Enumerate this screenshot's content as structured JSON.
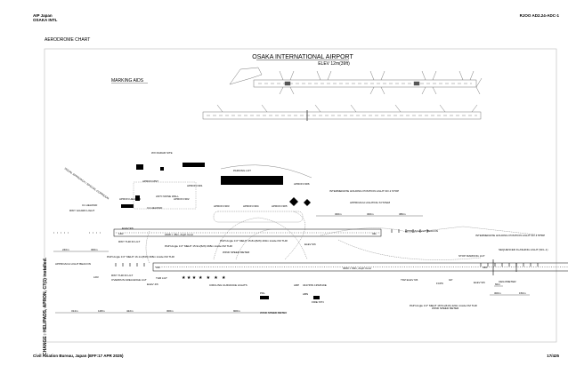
{
  "header": {
    "publication": "AIP Japan",
    "aerodrome": "OSAKA INTL",
    "chart_id": "RJOO AD2.24-ADC-1",
    "chart_type": "AERODROME CHART"
  },
  "chart": {
    "title": "OSAKA INTERNATIONAL AIRPORT",
    "elevation": "ELEV 12m(39ft)",
    "marking_aids": "MARKING AIDS",
    "change_note": "CHANGE : HELIPADS, APRON, C7(1) installed.",
    "labels": {
      "wx_radar": "WX RADAR SITE",
      "parking_lot": "PARKING LOT",
      "apron_mnt": "APRON MNT",
      "apron_nr1": "APRON NR1",
      "apron_nr2": "APRON NR2",
      "apron_nr3": "APRON NR3",
      "apron_nr4": "APRON NR4",
      "apron_nr5": "APRON NR5",
      "apron_nr6": "APRON NR6",
      "apron_helipad": "APRON HELIPAD",
      "c1_helipad": "C1 HELIPAD",
      "c4_helipad": "C4 HELIPAD",
      "anti_noise": "ANTI NOISE WALL",
      "rwy_guard": "RWY GUARD LIGHT",
      "visual_approach": "VISUAL APPROACH / SPECIAL CORRIDOR",
      "elev_14r": "ELEV 9/6",
      "rwy_thr_lgt": "RWY THR ID LGT",
      "rwy_short": "1828 × 45m, Asph Conc",
      "papi_14r": "PAPI Angle 3.0° MEHT 15.9m(52ft) 368m inside FM THR",
      "wind_sensor": "WIND SPEED METER",
      "papi_32l": "PAPI Angle 3.0° MEHT 15.8m(52ft) 403m inside FM THR",
      "papi_32r": "PAPI Angle 3.0° MEHT 16.1m(53ft) 368m inside FM THR",
      "approach_beacon_w": "APPROACH LIGHT BEACON",
      "lfr": "LFR",
      "rwy_thr_lgt2": "RWY THR ID LGT",
      "overrun": "OVERRUN AREA EDGE LGT",
      "elev_14l": "ELEV 4/6",
      "thr_lgt": "THR LGT",
      "circling": "CIRCLING GUIDANCE LIGHTS",
      "pdl": "PDL",
      "abn": "ABN",
      "fire_stn": "FIRE STN",
      "arp": "ARP",
      "arp_coords": "344745N 1352619E",
      "elev_32l": "ELEV 9/6",
      "int_hold_2": "INTERMEDIATE HOLDING POSITION LIGHT NO.2 STOP",
      "als": "APPROACH LIGHTING SYSTEM",
      "approach_beacon_e": "APPROACH LGT BEACON",
      "int_hold_1": "INTERMEDIATE HOLDING POSITION LIGHT NO.1 STOP",
      "sfl": "SEQUENCED FLASHING LIGHT (SFL-1)",
      "stop_marking": "STOP MARKING LGT",
      "rwy_long": "3000 × 60m, Asph Conc",
      "tdz_elev": "TDZ ELEV 9/6",
      "fcpk": "FCPK",
      "gp": "GP",
      "elev_32r": "ELEV 9/6",
      "ceilometer": "CEILOMETER",
      "wind_meter_e": "WIND SPEED METER",
      "papi_14l": "PAPI Angle 3.0° MEHT 18.5m(61ft) 420m inside FM THR",
      "wind_meter_s": "WIND SPEED METER"
    },
    "distances": {
      "d_240": "240m",
      "d_300a": "300m",
      "d_314": "314m",
      "d_148": "148m",
      "d_422": "422m",
      "d_300b": "300m",
      "d_900": "900m",
      "d_300c": "300m",
      "d_300d": "300m",
      "d_380": "380m",
      "d_300e": "300m",
      "d_150": "150m",
      "d_60": "60m"
    },
    "rwy_marks": {
      "r14r": "14R",
      "r32l": "32L",
      "r14l": "14L",
      "r32r": "32R"
    }
  },
  "footer": {
    "issuer": "Civil Aviation Bureau, Japan (EFF:17 APR 2025)",
    "page": "17/425"
  }
}
